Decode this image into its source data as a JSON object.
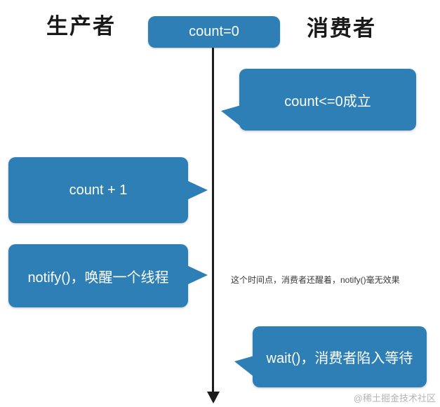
{
  "colors": {
    "bubble": "#2d7fb5",
    "bubble_text": "#ffffff",
    "timeline": "#1c1c1c",
    "heading": "#1a1a1a",
    "annotation": "#3a3a3a",
    "watermark": "#b5b5b5"
  },
  "headers": {
    "producer": "生产者",
    "consumer": "消费者"
  },
  "timeline": {
    "start_label": "count=0"
  },
  "bubbles": [
    {
      "text": "count<=0成立",
      "side": "right",
      "actor": "consumer"
    },
    {
      "text": "count + 1",
      "side": "left",
      "actor": "producer"
    },
    {
      "text": "notify()，唤醒一个线程",
      "side": "left",
      "actor": "producer"
    },
    {
      "text": "wait()，消费者陷入等待",
      "side": "right",
      "actor": "consumer"
    }
  ],
  "annotation": "这个时间点，消费者还醒着，notify()毫无效果",
  "watermark": "@稀土掘金技术社区"
}
